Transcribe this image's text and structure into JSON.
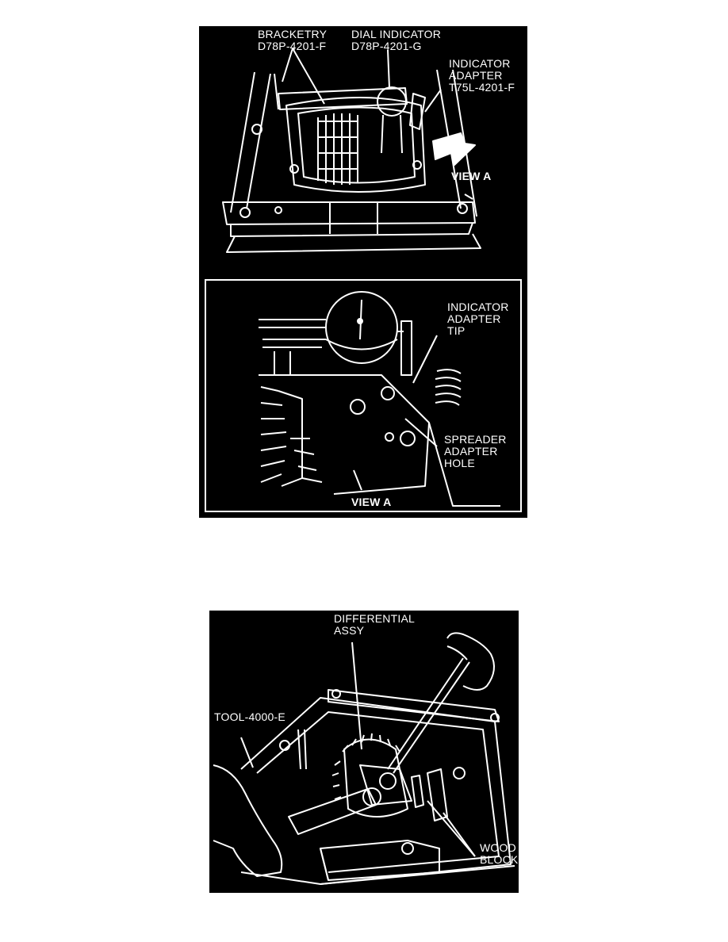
{
  "figure_top": {
    "labels": {
      "bracketry": "BRACKETRY",
      "bracketry_part": "D78P-4201-F",
      "dial_indicator": "DIAL INDICATOR",
      "dial_indicator_part": "D78P-4201-G",
      "indicator_adapter_line1": "INDICATOR",
      "indicator_adapter_line2": "ADAPTER",
      "indicator_adapter_part": "T75L-4201-F",
      "view_a": "VIEW A"
    }
  },
  "figure_inset": {
    "labels": {
      "tip_line1": "INDICATOR",
      "tip_line2": "ADAPTER",
      "tip_line3": "TIP",
      "hole_line1": "SPREADER",
      "hole_line2": "ADAPTER",
      "hole_line3": "HOLE",
      "view_a": "VIEW A"
    }
  },
  "figure_bottom": {
    "labels": {
      "differential_line1": "DIFFERENTIAL",
      "differential_line2": "ASSY",
      "tool": "TOOL-4000-E",
      "wood_line1": "WOOD",
      "wood_line2": "BLOCKS"
    }
  }
}
